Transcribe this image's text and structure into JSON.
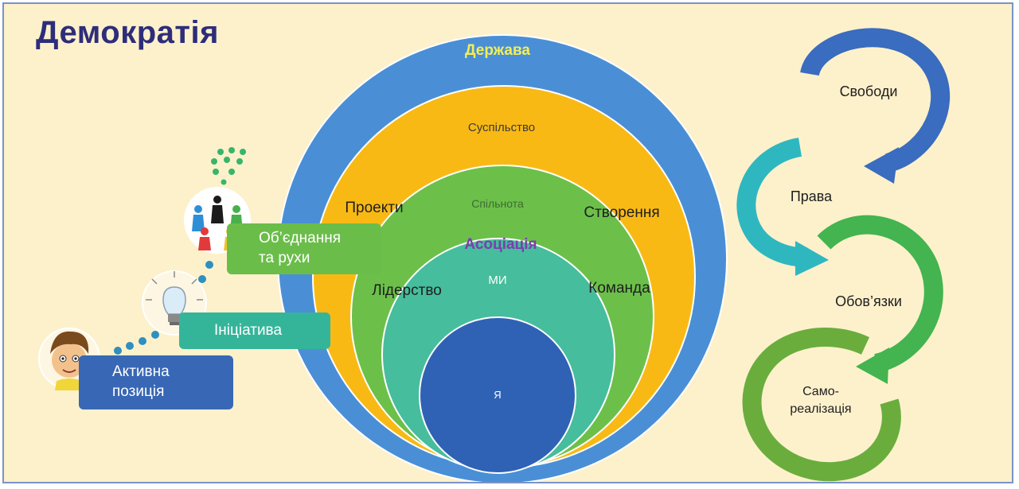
{
  "title": "Демократія",
  "circles": {
    "state": "Держава",
    "society": "Суспільство",
    "community": "Спільнота",
    "association": "Асоціація",
    "we": "МИ",
    "i": "Я"
  },
  "ring_words": {
    "projects": "Проекти",
    "creation": "Створення",
    "leadership": "Лідерство",
    "team": "Команда"
  },
  "steps": {
    "active_position": [
      "Активна",
      "позиція"
    ],
    "initiative": "Ініціатива",
    "associations": [
      "Об’єднання",
      "та рухи"
    ]
  },
  "cycle": {
    "freedoms": "Свободи",
    "rights": "Права",
    "duties": "Обов’язки",
    "self_realization": [
      "Само-",
      "реалізація"
    ]
  },
  "icons": [
    "child-face-icon",
    "lightbulb-icon",
    "people-circle-icon"
  ],
  "colors": {
    "title": "#2e2d7a",
    "background": "#fdf1cc",
    "state": "#4a8fd6",
    "society": "#f9b915",
    "community": "#6cc04a",
    "association": "#46bd9c",
    "i": "#2f62b5",
    "cycle_blue": "#3a6cbf",
    "cycle_teal": "#2fb7c0",
    "cycle_green": "#43b44f",
    "cycle_lime": "#6aad3d"
  }
}
